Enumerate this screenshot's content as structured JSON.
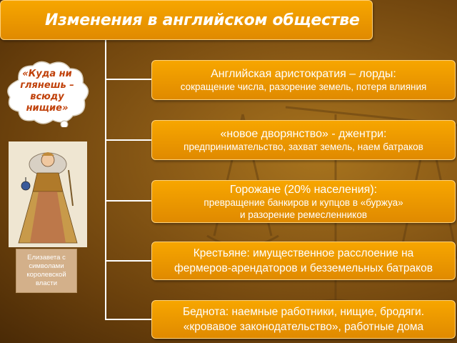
{
  "title": "Изменения в английском обществе",
  "bubble": {
    "lines": [
      "«Куда ни",
      "глянешь –",
      "всюду",
      "нищие»"
    ]
  },
  "portrait": {
    "caption": "Елизавета с символами королевской власти"
  },
  "items": [
    {
      "line1": "Английская аристократия – лорды:",
      "line2": "сокращение числа, разорение земель, потеря влияния"
    },
    {
      "line1": "«новое дворянство» - джентри:",
      "line2": "предпринимательство, захват земель, наем батраков"
    },
    {
      "line1": "Горожане (20% населения):",
      "line2": "превращение банкиров  и купцов в «буржуа»",
      "line3": "и разорение ремесленников"
    },
    {
      "line1": "Крестьяне: имущественное расслоение на",
      "line2": "фермеров-арендаторов и безземельных батраков"
    },
    {
      "line1": "Беднота: наемные работники, нищие, бродяги.",
      "line2": "«кровавое законодательство», работные дома"
    }
  ],
  "colors": {
    "box": "#f29a00",
    "bubble_text": "#c0410a",
    "background": "#8a5a16"
  }
}
